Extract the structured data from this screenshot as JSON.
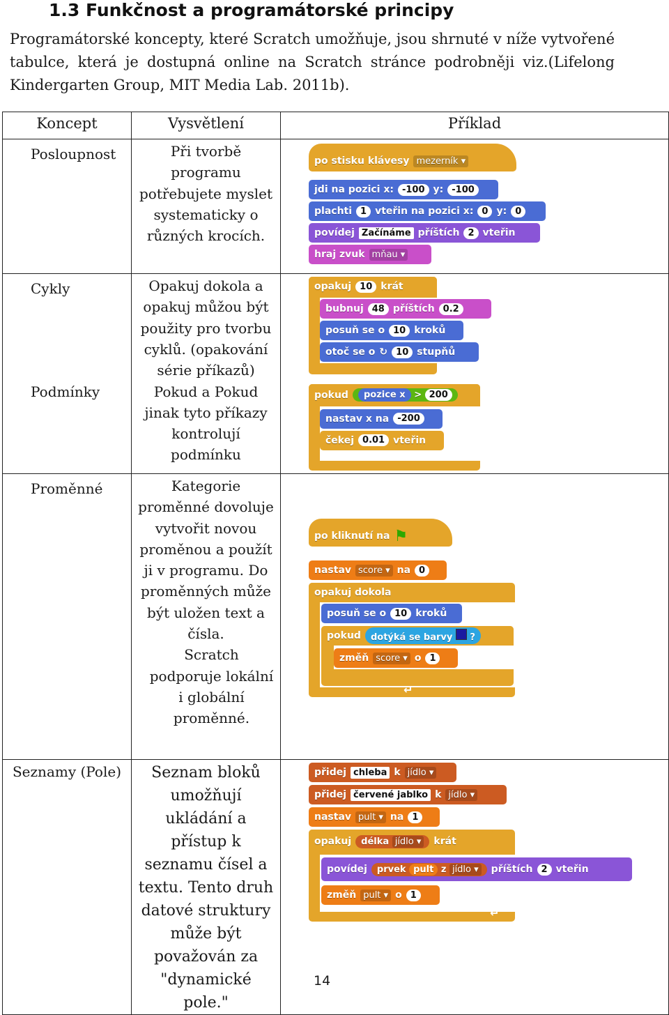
{
  "heading": "1.3 Funkčnost a programátorské principy",
  "intro": "Programátorské koncepty, které Scratch umožňuje, jsou shrnuté v níže vytvořené tabulce, která je dostupná online na Scratch stránce podrobněji viz.(Lifelong Kindergarten Group, MIT Media Lab. 2011b).",
  "table": {
    "headers": [
      "Koncept",
      "Vysvětlení",
      "Příklad"
    ],
    "rows": [
      {
        "concept": "Posloupnost",
        "explanation": "Při tvorbě programu potřebujete myslet systematicky o různých krocích."
      },
      {
        "concept": "Cykly",
        "explanation": "Opakuj dokola a opakuj můžou být použity pro tvorbu cyklů. (opakování série příkazů)"
      },
      {
        "concept": "Podmínky",
        "explanation": "Pokud a Pokud jinak tyto příkazy kontrolují podmínku"
      },
      {
        "concept": "Proměnné",
        "explanation": "Kategorie proměnné dovoluje vytvořit novou proměnou a použít ji v programu. Do proměnných může být uložen text a čísla.",
        "explanation2": "Scratch podporuje lokální i globální proměnné."
      },
      {
        "concept": "Seznamy (Pole)",
        "explanation": "Seznam bloků umožňují ukládání a přístup k seznamu čísel a textu. Tento druh datové struktury může být považován za \"dynamické pole.\""
      }
    ]
  },
  "ex1": {
    "hat": "po stisku klávesy",
    "key": "mezerník",
    "goto": "jdi na pozici x:",
    "goto_x": "-100",
    "goto_y_label": "y:",
    "goto_y": "-100",
    "glide": "plachti",
    "glide_n": "1",
    "glide_mid": "vteřin na pozici x:",
    "glide_x": "0",
    "glide_y_label": "y:",
    "glide_y": "0",
    "say": "povídej",
    "say_text": "Začínáme",
    "say_mid": "příštích",
    "say_n": "2",
    "say_end": "vteřin",
    "sound": "hraj zvuk",
    "sound_name": "mňau"
  },
  "ex2": {
    "repeat": "opakuj",
    "repeat_n": "10",
    "repeat_end": "krát",
    "drum": "bubnuj",
    "drum_n": "48",
    "drum_mid": "příštích",
    "drum_t": "0.2",
    "move": "posuň se o",
    "move_n": "10",
    "move_end": "kroků",
    "turn": "otoč se o",
    "turn_icon": "↻",
    "turn_n": "10",
    "turn_end": "stupňů"
  },
  "ex3": {
    "if": "pokud",
    "xpos": "pozice x",
    "gt": ">",
    "val": "200",
    "setx": "nastav x na",
    "setx_val": "-200",
    "wait": "čekej",
    "wait_val": "0.01",
    "wait_end": "vteřin"
  },
  "ex4": {
    "hat": "po kliknutí na",
    "flag": "⚑",
    "set": "nastav",
    "set_var": "score",
    "set_mid": "na",
    "set_val": "0",
    "forever": "opakuj dokola",
    "move": "posuň se o",
    "move_n": "10",
    "move_end": "kroků",
    "if": "pokud",
    "touch": "dotýká se barvy",
    "q": "?",
    "change": "změň",
    "change_var": "score",
    "change_mid": "o",
    "change_val": "1",
    "loop_arrow": "↵"
  },
  "ex5": {
    "add1": "přidej",
    "add1_item": "chleba",
    "add1_mid": "k",
    "add1_list": "jídlo",
    "add2": "přidej",
    "add2_item": "červené jablko",
    "add2_mid": "k",
    "add2_list": "jídlo",
    "set": "nastav",
    "set_var": "pult",
    "set_mid": "na",
    "set_val": "1",
    "repeat": "opakuj",
    "len": "délka",
    "len_list": "jídlo",
    "repeat_end": "krát",
    "say": "povídej",
    "item": "prvek",
    "item_var": "pult",
    "item_mid": "z",
    "item_list": "jídlo",
    "say_mid": "příštích",
    "say_n": "2",
    "say_end": "vteřin",
    "change": "změň",
    "change_var": "pult",
    "change_mid": "o",
    "change_val": "1",
    "loop_arrow": "↵"
  },
  "page_number": "14"
}
